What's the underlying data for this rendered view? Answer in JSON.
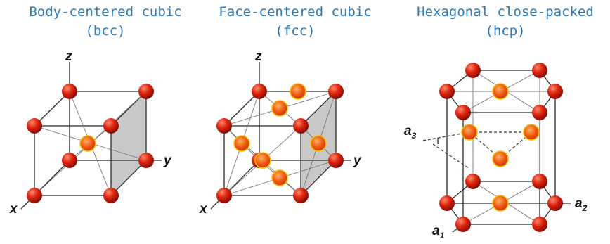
{
  "structures": [
    {
      "title_line1": "Body-centered cubic",
      "title_line2": "(bcc)"
    },
    {
      "title_line1": "Face-centered cubic",
      "title_line2": "(fcc)"
    },
    {
      "title_line1": "Hexagonal close-packed",
      "title_line2": "(hcp)"
    }
  ],
  "axis_labels": {
    "bcc": {
      "z": "z",
      "y": "y",
      "x": "x"
    },
    "fcc": {
      "z": "z",
      "y": "y",
      "x": "x"
    },
    "hcp": {
      "a3": "a",
      "a3_sub": "3",
      "a2": "a",
      "a2_sub": "2",
      "a1": "a",
      "a1_sub": "1"
    }
  },
  "colors": {
    "title": "#2a7ab8",
    "corner_atom": "#d61f0e",
    "center_atom": "#f05a10",
    "center_atom_rim": "#f2c200",
    "shaded_face": "#c8c8c8"
  }
}
